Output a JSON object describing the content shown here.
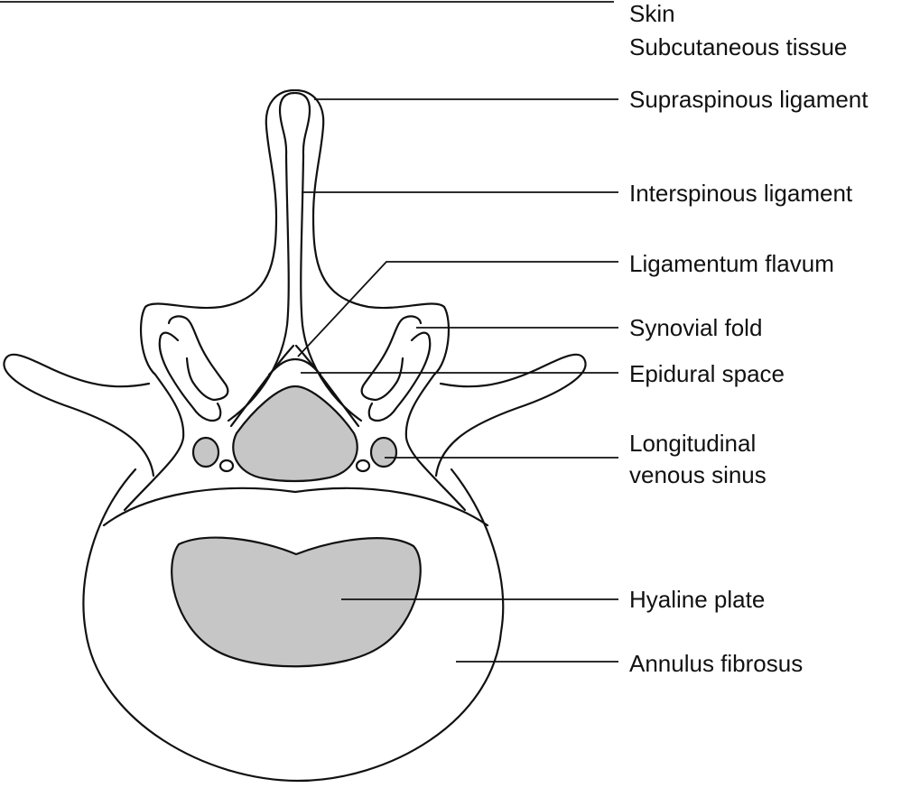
{
  "labels": {
    "skin": "Skin",
    "subcutaneous": "Subcutaneous tissue",
    "supraspinous": "Supraspinous ligament",
    "interspinous": "Interspinous ligament",
    "ligamentum_flavum": "Ligamentum flavum",
    "synovial_fold": "Synovial fold",
    "epidural_space": "Epidural space",
    "longitudinal_line1": "Longitudinal",
    "longitudinal_line2": "venous sinus",
    "hyaline_plate": "Hyaline plate",
    "annulus_fibrosus": "Annulus fibrosus"
  },
  "colors": {
    "line": "#111111",
    "shading": "#c6c6c6"
  }
}
